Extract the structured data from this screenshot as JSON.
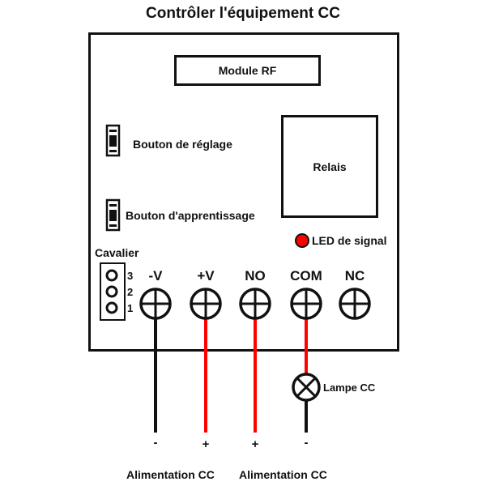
{
  "title": "Contrôler l'équipement CC",
  "board": {
    "module_rf": "Module RF",
    "relay": "Relais",
    "setting_button": "Bouton de réglage",
    "learning_button": "Bouton d'apprentissage",
    "led": {
      "label": "LED de signal",
      "color": "#ff0000"
    },
    "jumper": {
      "label": "Cavalier",
      "pins": [
        "3",
        "2",
        "1"
      ]
    },
    "terminals": [
      {
        "label": "-V",
        "wire_color": "#000000"
      },
      {
        "label": "+V",
        "wire_color": "#ff0000"
      },
      {
        "label": "NO",
        "wire_color": "#ff0000"
      },
      {
        "label": "COM",
        "wire_color": "#ff0000"
      },
      {
        "label": "NC",
        "wire_color": null
      }
    ]
  },
  "lamp": {
    "label": "Lampe CC"
  },
  "wire_ends": [
    "-",
    "+",
    "+",
    "-"
  ],
  "power_labels": [
    "Alimentation CC",
    "Alimentation CC"
  ],
  "colors": {
    "line": "#111111",
    "red_wire": "#ff0000"
  }
}
